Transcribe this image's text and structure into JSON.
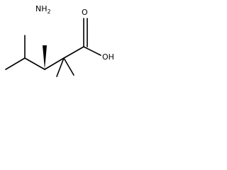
{
  "molecule": {
    "labels": {
      "amine": "NH",
      "amine_subscript": "2",
      "carbonyl_oxygen": "O",
      "hydroxyl": "OH"
    },
    "stereo": {
      "amine_bond": "wedge"
    },
    "colors": {
      "bond": "#000000",
      "text": "#000000",
      "background": "#ffffff"
    }
  }
}
